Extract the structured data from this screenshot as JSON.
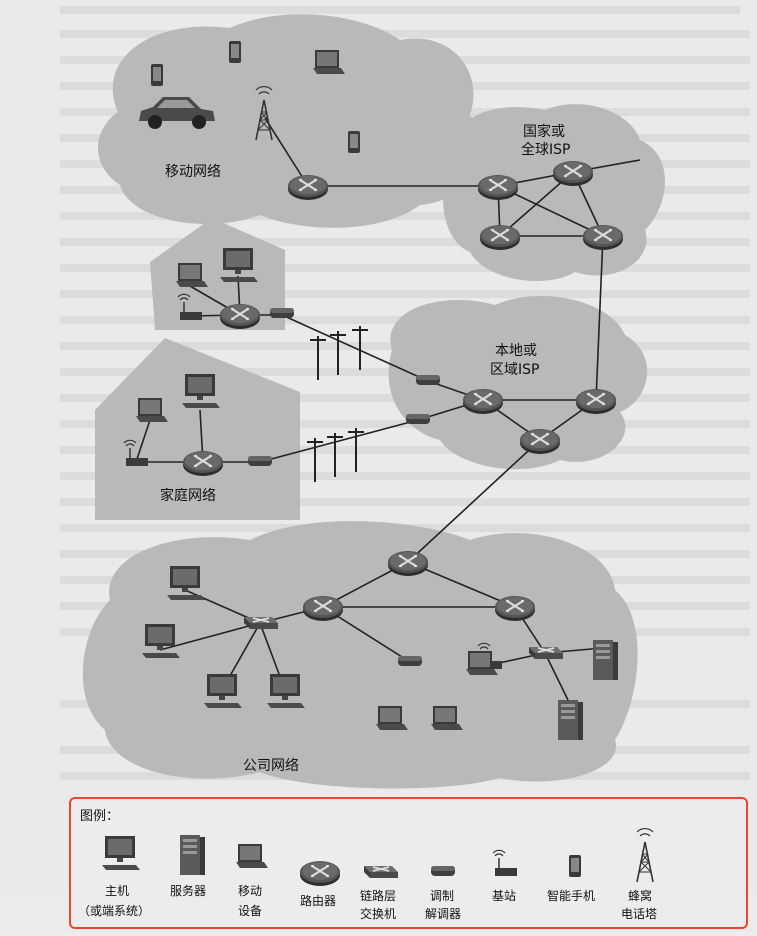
{
  "labels": {
    "mobile": "移动网络",
    "national_1": "国家或",
    "national_2": "全球ISP",
    "local_1": "本地或",
    "local_2": "区域ISP",
    "home": "家庭网络",
    "enterprise": "公司网络"
  },
  "legend": {
    "title": "图例：",
    "items": [
      {
        "icon": "host-icon",
        "line1": "主机",
        "line2": "（或端系统）"
      },
      {
        "icon": "server-icon",
        "line1": "服务器",
        "line2": ""
      },
      {
        "icon": "mobile-device-icon",
        "line1": "移动",
        "line2": "设备"
      },
      {
        "icon": "router-icon",
        "line1": "路由器",
        "line2": ""
      },
      {
        "icon": "link-layer-switch-icon",
        "line1": "链路层",
        "line2": "交换机"
      },
      {
        "icon": "modem-icon",
        "line1": "调制",
        "line2": "解调器"
      },
      {
        "icon": "base-station-icon",
        "line1": "基站",
        "line2": ""
      },
      {
        "icon": "smartphone-icon",
        "line1": "智能手机",
        "line2": ""
      },
      {
        "icon": "cell-tower-icon",
        "line1": "蜂窝",
        "line2": "电话塔"
      }
    ]
  },
  "colors": {
    "legend_border": "#e8472c",
    "cloud": "#b9b9b9",
    "router": "#4a4a4a"
  }
}
